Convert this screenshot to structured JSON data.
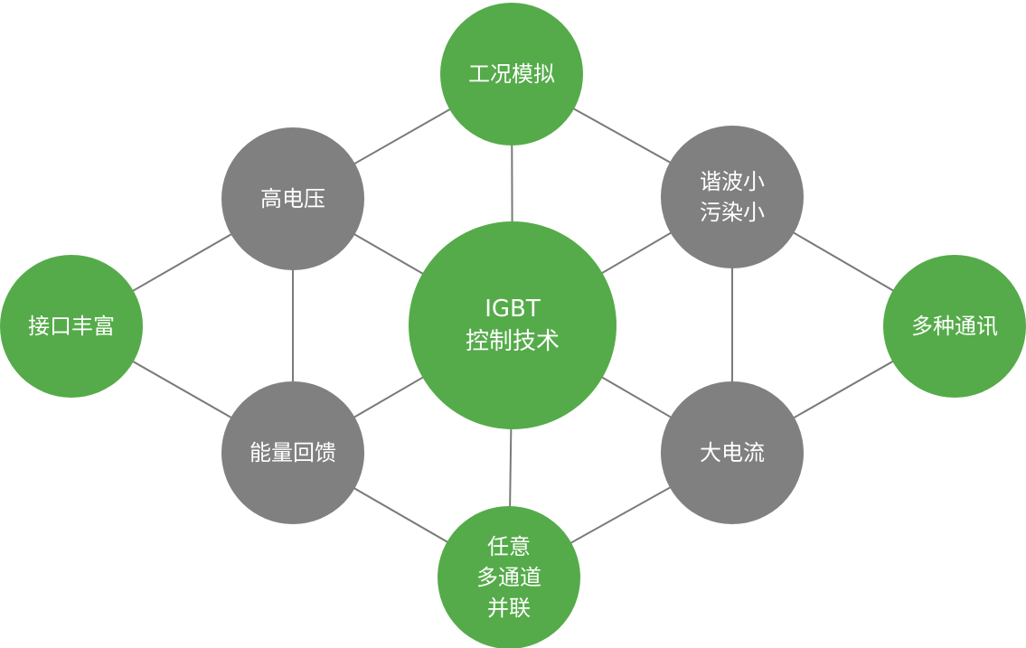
{
  "colors": {
    "primary_node": "#55ab4a",
    "secondary_node": "#808080",
    "edge": "#7a7a7a",
    "text": "#ffffff"
  },
  "nodes": {
    "center": {
      "lines": [
        "IGBT",
        "控制技术"
      ]
    },
    "top": {
      "lines": [
        "工况模拟"
      ]
    },
    "bottom": {
      "lines": [
        "任意",
        "多通道",
        "并联"
      ]
    },
    "left": {
      "lines": [
        "接口丰富"
      ]
    },
    "right": {
      "lines": [
        "多种通讯"
      ]
    },
    "top_left": {
      "lines": [
        "高电压"
      ]
    },
    "top_right": {
      "lines": [
        "谐波小",
        "污染小"
      ]
    },
    "bottom_left": {
      "lines": [
        "能量回馈"
      ]
    },
    "bottom_right": {
      "lines": [
        "大电流"
      ]
    }
  },
  "edges": [
    [
      "top",
      "top_left"
    ],
    [
      "top",
      "top_right"
    ],
    [
      "top",
      "center"
    ],
    [
      "bottom",
      "bottom_left"
    ],
    [
      "bottom",
      "bottom_right"
    ],
    [
      "bottom",
      "center"
    ],
    [
      "left",
      "top_left"
    ],
    [
      "left",
      "bottom_left"
    ],
    [
      "right",
      "top_right"
    ],
    [
      "right",
      "bottom_right"
    ],
    [
      "top_left",
      "bottom_left"
    ],
    [
      "top_right",
      "bottom_right"
    ],
    [
      "center",
      "top_left"
    ],
    [
      "center",
      "top_right"
    ],
    [
      "center",
      "bottom_left"
    ],
    [
      "center",
      "bottom_right"
    ]
  ]
}
